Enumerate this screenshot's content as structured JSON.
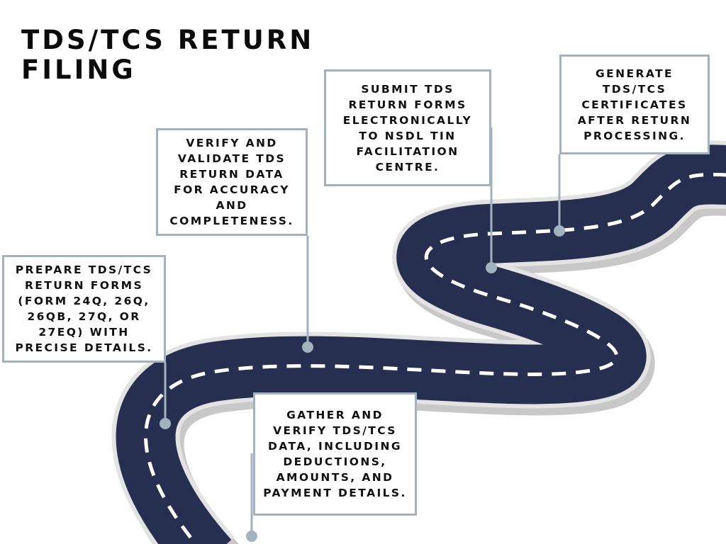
{
  "title": "TDS/TCS RETURN\nFILING",
  "steps": [
    {
      "text": "PREPARE TDS/TCS RETURN FORMS (FORM 24Q, 26Q, 26QB, 27Q, OR 27EQ) WITH PRECISE DETAILS."
    },
    {
      "text": "VERIFY AND VALIDATE TDS RETURN DATA FOR ACCURACY AND COMPLETENESS."
    },
    {
      "text": "GATHER AND VERIFY TDS/TCS DATA, INCLUDING DEDUCTIONS, AMOUNTS, AND PAYMENT DETAILS."
    },
    {
      "text": "SUBMIT TDS RETURN FORMS ELECTRONICALLY TO NSDL TIN FACILITATION CENTRE."
    },
    {
      "text": "GENERATE TDS/TCS CERTIFICATES AFTER RETURN PROCESSING."
    }
  ],
  "colors": {
    "road": "#262f4f",
    "road_edge": "#e3e3e3",
    "road_shadow": "#c8c8c8",
    "lane_marking": "#ffffff",
    "connector": "#a3b2bf",
    "marker_dot": "#a3b2bf",
    "title_text": "#0b0b0b",
    "box_border": "#a3b2bf"
  }
}
